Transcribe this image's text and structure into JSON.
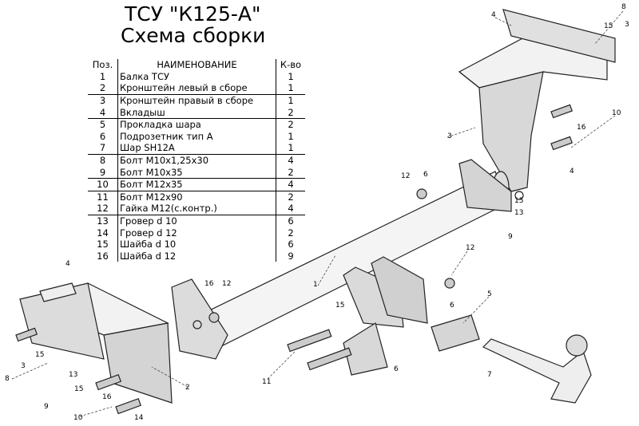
{
  "title": {
    "line1": "ТСУ \"К125-А\"",
    "line2": "Схема сборки"
  },
  "table": {
    "headers": {
      "pos": "Поз.",
      "name": "НАИМЕНОВАНИЕ",
      "qty": "К-во"
    },
    "rows": [
      {
        "pos": "1",
        "name": "Балка ТСУ",
        "qty": "1"
      },
      {
        "pos": "2",
        "name": "Кронштейн левый в сборе",
        "qty": "1"
      },
      {
        "pos": "3",
        "name": "Кронштейн правый в сборе",
        "qty": "1"
      },
      {
        "pos": "4",
        "name": "Вкладыш",
        "qty": "2"
      },
      {
        "pos": "5",
        "name": "Прокладка шара",
        "qty": "2"
      },
      {
        "pos": "6",
        "name": "Подрозетник тип А",
        "qty": "1"
      },
      {
        "pos": "7",
        "name": "Шар SH12A",
        "qty": "1"
      },
      {
        "pos": "8",
        "name": "Болт М10х1,25х30",
        "qty": "4"
      },
      {
        "pos": "9",
        "name": "Болт М10х35",
        "qty": "2"
      },
      {
        "pos": "10",
        "name": "Болт М12х35",
        "qty": "4"
      },
      {
        "pos": "11",
        "name": "Болт М12х90",
        "qty": "2"
      },
      {
        "pos": "12",
        "name": "Гайка М12(с.контр.)",
        "qty": "4"
      },
      {
        "pos": "13",
        "name": "Гровер d 10",
        "qty": "6"
      },
      {
        "pos": "14",
        "name": "Гровер d 12",
        "qty": "2"
      },
      {
        "pos": "15",
        "name": "Шайба d 10",
        "qty": "6"
      },
      {
        "pos": "16",
        "name": "Шайба d 12",
        "qty": "9"
      }
    ]
  },
  "callouts": [
    "4",
    "8",
    "15",
    "3",
    "3",
    "10",
    "16",
    "4",
    "12",
    "6",
    "15",
    "13",
    "9",
    "1",
    "12",
    "6",
    "5",
    "15",
    "6",
    "7",
    "11",
    "16",
    "12",
    "4",
    "2",
    "8",
    "3",
    "15",
    "13",
    "15",
    "9",
    "10",
    "16",
    "14"
  ]
}
